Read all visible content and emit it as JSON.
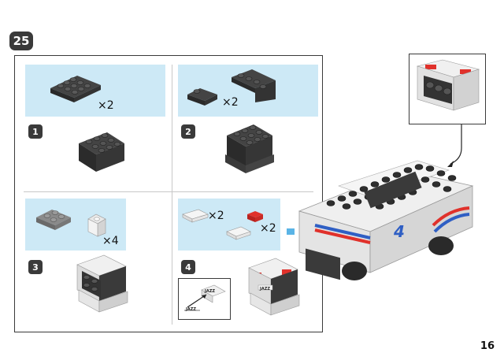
{
  "step": {
    "number": "25"
  },
  "substeps": [
    {
      "number": "1",
      "parts": [
        {
          "qty": "×2"
        }
      ]
    },
    {
      "number": "2",
      "parts": [
        {
          "qty": "×2"
        }
      ]
    },
    {
      "number": "3",
      "parts": [
        {
          "qty": "×4"
        }
      ]
    },
    {
      "number": "4",
      "parts": [
        {
          "qty": "×2"
        },
        {
          "qty": "×2"
        }
      ]
    }
  ],
  "sticker": {
    "label": "JAZZ"
  },
  "car": {
    "race_number": "4"
  },
  "colors": {
    "panel": "#cde9f6",
    "brick_dark": "#3b3b3b",
    "accent_red": "#e0312b",
    "accent_blue": "#2f5fc4"
  },
  "page": {
    "number": "16"
  }
}
